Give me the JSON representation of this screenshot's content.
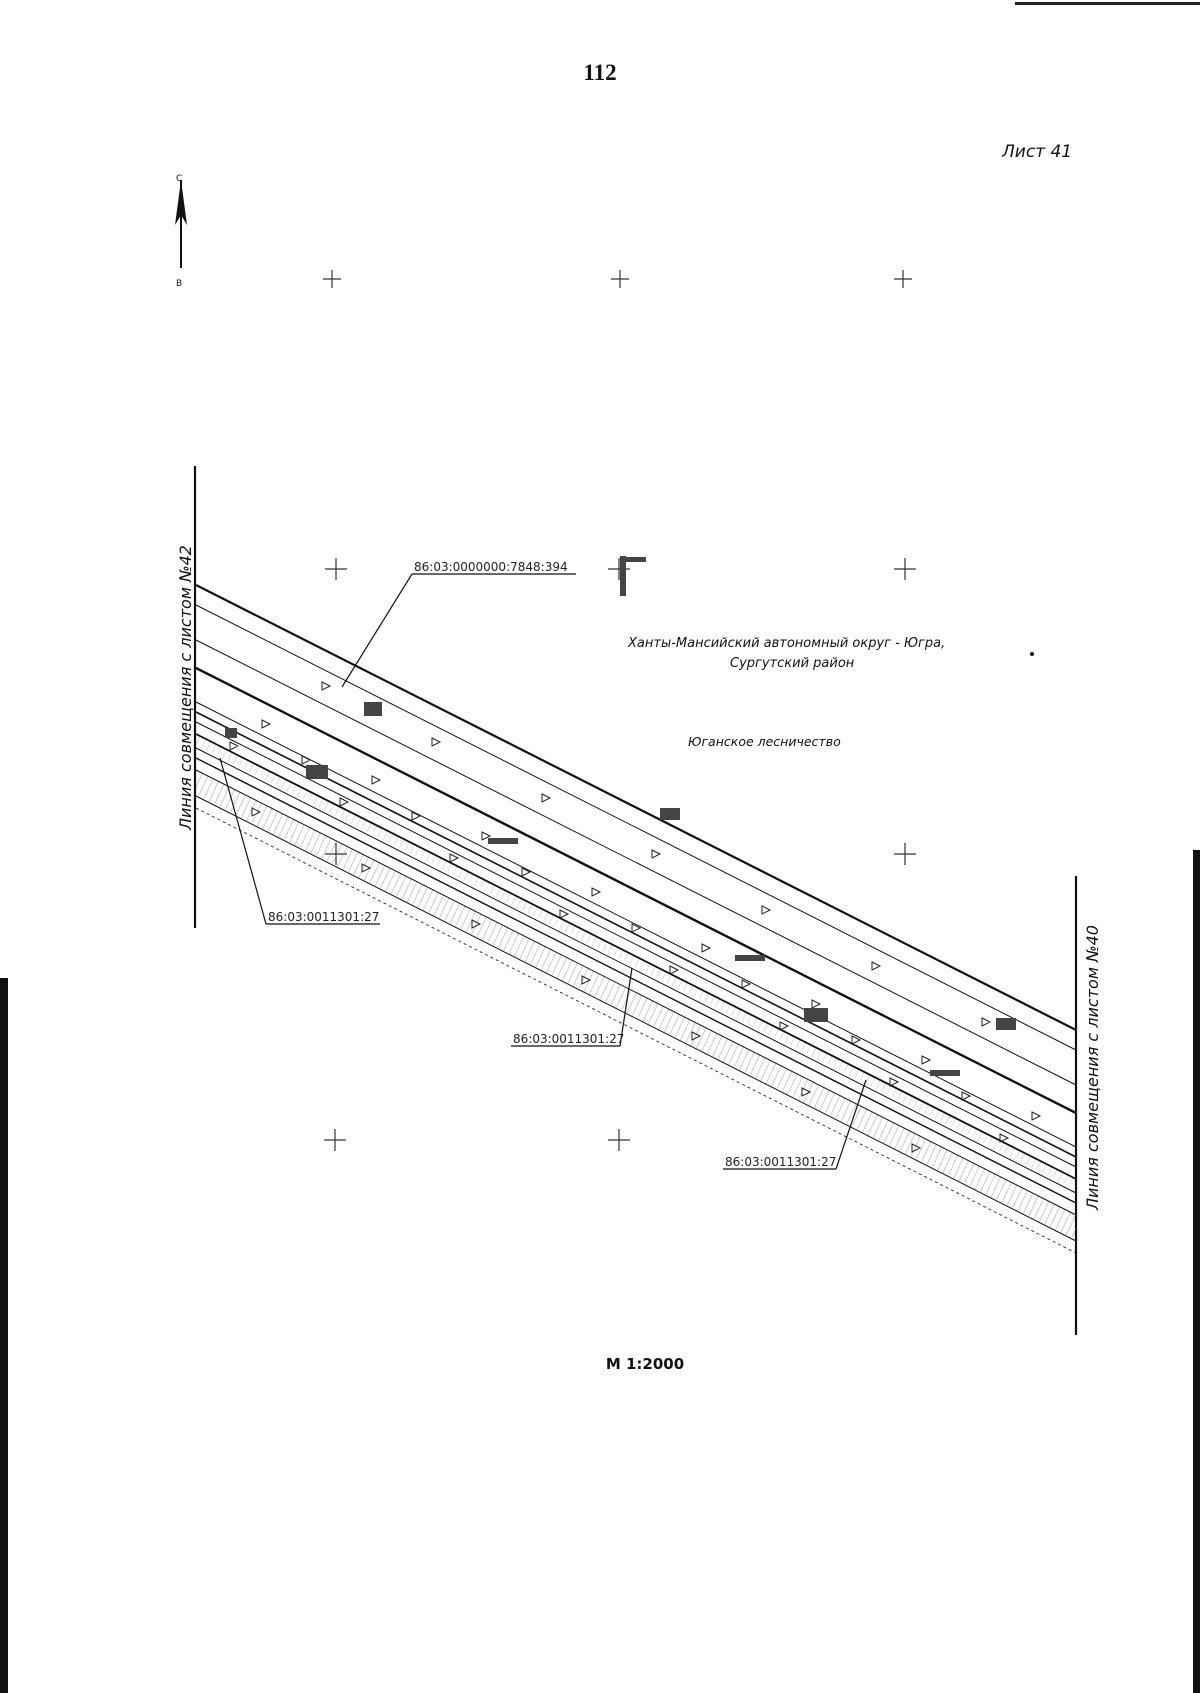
{
  "page": {
    "number": "112",
    "sheet": "Лист 41"
  },
  "region": {
    "line1": "Ханты-Мансийский автономный округ - Югра,",
    "line2": "Сургутский район"
  },
  "forestry": "Юганское лесничество",
  "cadastral_labels": {
    "top": "86:03:0000000:7848:394",
    "left": "86:03:0011301:27",
    "middle": "86:03:0011301:27",
    "right": "86:03:0011301:27"
  },
  "match_lines": {
    "left": "Линия совмещения с листом №42",
    "right": "Линия совмещения с листом №40"
  },
  "scale": "М 1:2000",
  "north_arrow": {
    "icon": "north-arrow-icon",
    "top_letter": "С",
    "bottom_letter": "В"
  },
  "colors": {
    "ink": "#111111",
    "hatch": "#8a8a8a"
  }
}
